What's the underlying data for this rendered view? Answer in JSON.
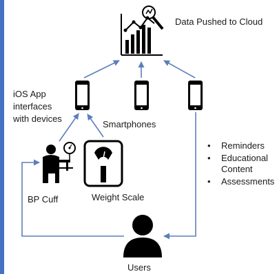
{
  "labels": {
    "cloud": "Data Pushed to Cloud",
    "app_line1": "iOS App",
    "app_line2": "interfaces",
    "app_line3": "with devices",
    "smartphones": "Smartphones",
    "bp_cuff": "BP Cuff",
    "weight_scale": "Weight Scale",
    "users": "Users"
  },
  "bullets": [
    "Reminders",
    "Educational Content",
    "Assessments"
  ],
  "colors": {
    "accent": "#4472c4",
    "arrow": "#5b7fb8",
    "icon": "#000000"
  },
  "icons": [
    "analytics-chart-icon",
    "smartphone-icon",
    "bp-cuff-user-icon",
    "weight-scale-icon",
    "user-icon"
  ]
}
